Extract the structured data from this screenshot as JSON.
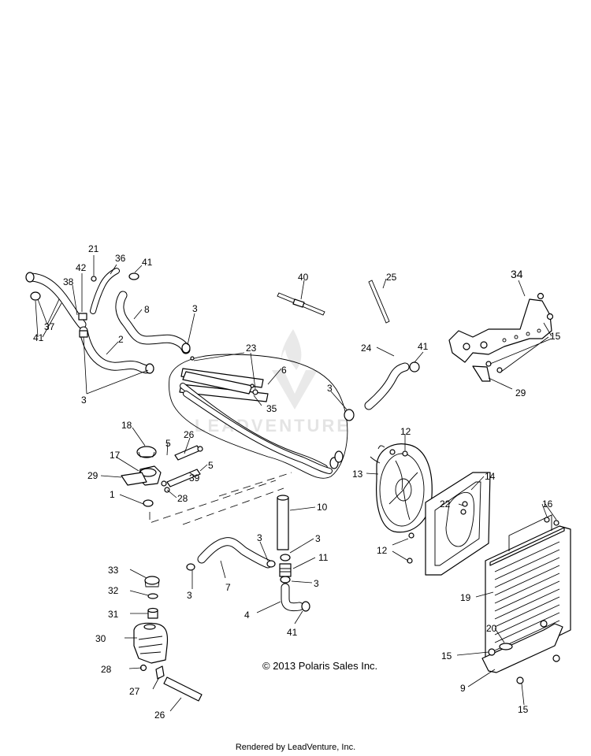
{
  "watermark": {
    "text": "LEADVENTURE"
  },
  "copyright": "© 2013 Polaris Sales Inc.",
  "footer": "Rendered by LeadVenture, Inc.",
  "callouts": [
    "21",
    "36",
    "41",
    "42",
    "38",
    "37",
    "41",
    "2",
    "3",
    "8",
    "3",
    "40",
    "25",
    "34",
    "23",
    "6",
    "35",
    "3",
    "41",
    "24",
    "15",
    "29",
    "18",
    "26",
    "17",
    "5",
    "5",
    "29",
    "39",
    "28",
    "1",
    "12",
    "13",
    "10",
    "14",
    "16",
    "22",
    "12",
    "3",
    "3",
    "11",
    "3",
    "3",
    "7",
    "33",
    "32",
    "31",
    "4",
    "41",
    "19",
    "30",
    "20",
    "15",
    "28",
    "27",
    "26",
    "9",
    "15"
  ]
}
